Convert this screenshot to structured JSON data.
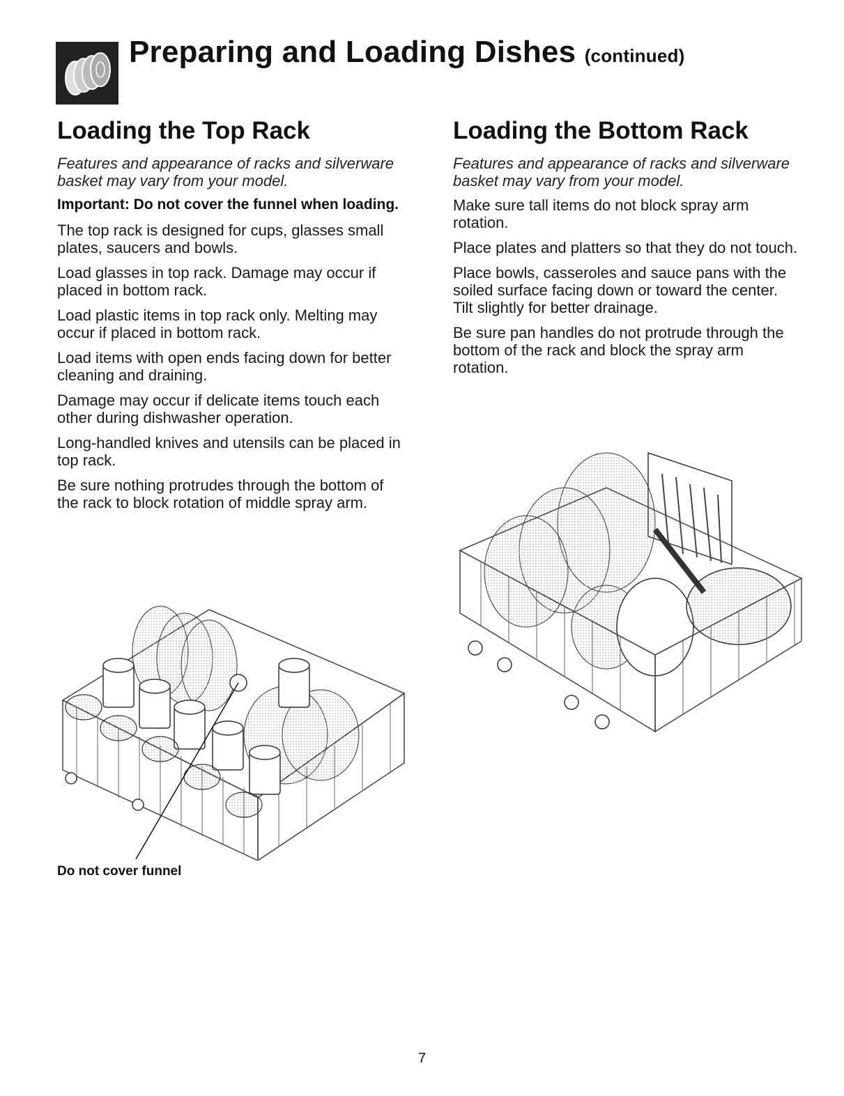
{
  "header": {
    "title": "Preparing and Loading Dishes",
    "title_suffix": "(continued)",
    "icon": "dishes-icon"
  },
  "top_rack": {
    "heading": "Loading the Top Rack",
    "note": "Features and appearance of racks and silverware basket may vary from your model.",
    "important": "Important: Do not cover the funnel when loading.",
    "paragraphs": [
      "The top rack is designed for cups, glasses small plates, saucers and bowls.",
      "Load glasses in top rack. Damage may occur if placed in bottom rack.",
      "Load plastic items in top rack only. Melting may occur if placed in bottom rack.",
      "Load items with open ends facing down for better cleaning and draining.",
      "Damage may occur if delicate items touch each other during dishwasher operation.",
      "Long-handled knives and utensils can be placed in top rack.",
      "Be sure nothing protrudes through the bottom of the rack to block rotation of middle spray arm."
    ],
    "caption": "Do not cover funnel"
  },
  "bottom_rack": {
    "heading": "Loading the Bottom Rack",
    "note": "Features and appearance of racks and silverware basket may vary from your model.",
    "paragraphs": [
      "Make sure tall items do not block spray arm rotation.",
      "Place plates and platters so that they do not touch.",
      "Place bowls, casseroles and sauce pans with the soiled surface facing down or toward the center. Tilt slightly for better drainage.",
      "Be sure pan handles do not protrude through the bottom of the rack and block the spray arm rotation."
    ]
  },
  "footer": {
    "page_number": "7"
  }
}
